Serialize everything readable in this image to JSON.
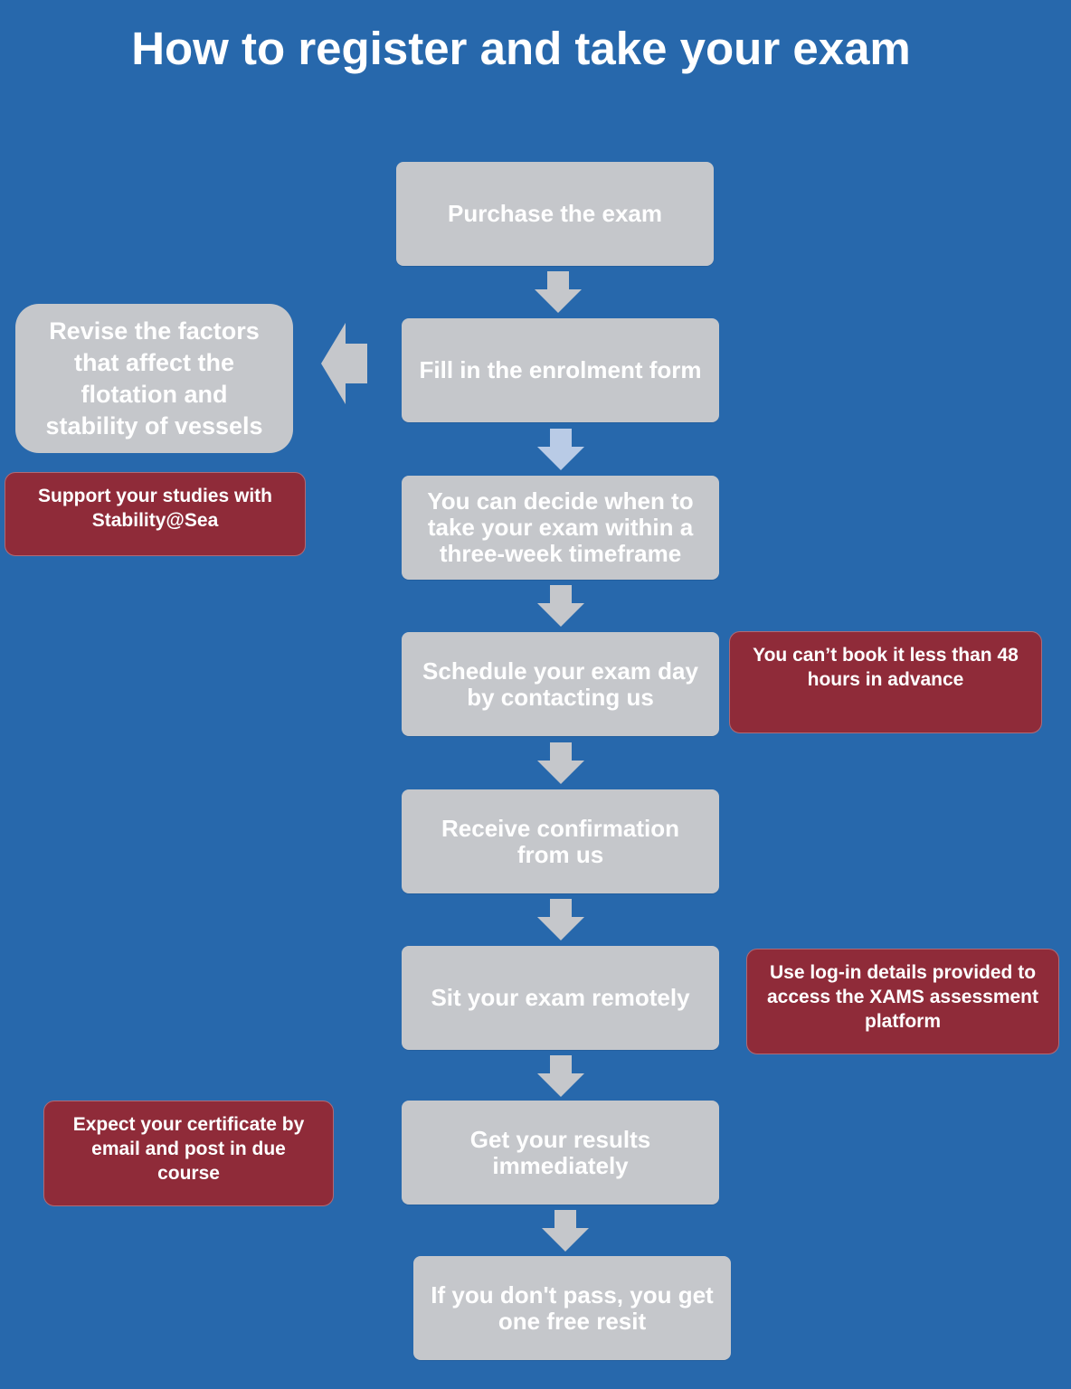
{
  "title": "How to register and take your exam",
  "steps": [
    "Purchase the exam",
    "Fill in the enrolment form",
    "You can decide when to take your exam within a three-week timeframe",
    "Schedule your exam day by contacting us",
    "Receive confirmation from us",
    "Sit your exam remotely",
    "Get your results immediately",
    "If you don't pass, you get one free resit"
  ],
  "side_step": "Revise the factors that affect the flotation and stability of vessels",
  "notes": {
    "studies": "Support your studies with Stability@Sea",
    "booking": "You can’t book it less than 48 hours in advance",
    "login": "Use log-in details provided to access the XAMS assessment platform",
    "certificate": "Expect your certificate by email and post in due course"
  },
  "colors": {
    "background": "#2768ac",
    "step_box": "#c5c7cb",
    "note_box": "#8f2b39",
    "arrow": "#c5c7cb",
    "highlight_arrow": "#b9cbe6"
  }
}
